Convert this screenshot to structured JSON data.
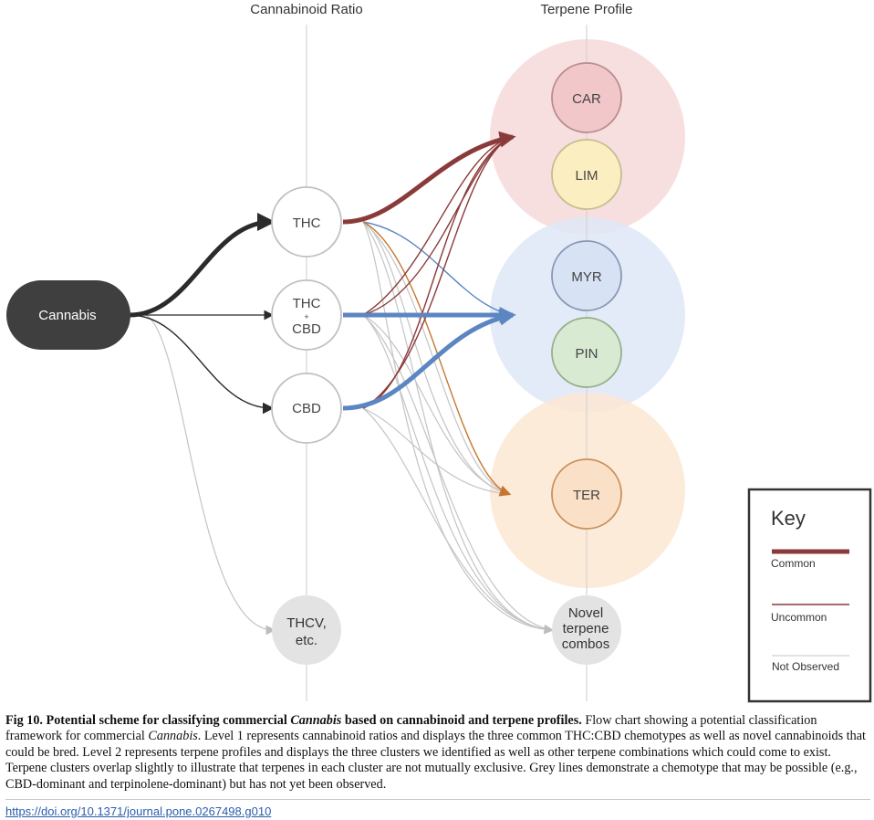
{
  "headers": {
    "level1": "Cannabinoid Ratio",
    "level2": "Terpene Profile"
  },
  "root": {
    "label": "Cannabis"
  },
  "cannabinoid_nodes": {
    "thc": "THC",
    "mix_top": "THC",
    "mix_plus": "+",
    "mix_bottom": "CBD",
    "cbd": "CBD",
    "thcv_line1": "THCV,",
    "thcv_line2": "etc."
  },
  "terpene_nodes": {
    "car": "CAR",
    "lim": "LIM",
    "myr": "MYR",
    "pin": "PIN",
    "ter": "TER",
    "novel_line1": "Novel",
    "novel_line2": "terpene",
    "novel_line3": "combos"
  },
  "key": {
    "title": "Key",
    "items": [
      {
        "label": "Common"
      },
      {
        "label": "Uncommon"
      },
      {
        "label": "Not Observed"
      }
    ]
  },
  "colors": {
    "root_fill": "#3f3f3f",
    "thc_link": "#8b3a3a",
    "cbd_link": "#5b86c2",
    "ter_link": "#c6772e",
    "grey_link": "#c4c4c4",
    "red_cluster": "#f6d9d9",
    "blue_cluster": "#dfe8f7",
    "orange_cluster": "#fde7d3",
    "car_fill": "#f2c7c9",
    "lim_fill": "#fbefc2",
    "myr_fill": "#d7e3f4",
    "pin_fill": "#d9ead3",
    "ter_fill": "#fbe0c8",
    "novel_fill": "#e3e3e3"
  },
  "caption": {
    "fig_label": "Fig 10.",
    "title_part1": "Potential scheme for classifying commercial",
    "title_italic": "Cannabis",
    "title_part2": "based on cannabinoid and terpene profiles.",
    "body_part1": "Flow chart showing a potential classification framework for commercial",
    "body_italic": "Cannabis",
    "body_part2": ". Level 1 represents cannabinoid ratios and displays the three common THC:CBD chemotypes as well as novel cannabinoids that could be bred. Level 2 represents terpene profiles and displays the three clusters we identified as well as other terpene combinations which could come to exist. Terpene clusters overlap slightly to illustrate that terpenes in each cluster are not mutually exclusive. Grey lines demonstrate a chemotype that may be possible (e.g., CBD-dominant and terpinolene-dominant) but has not yet been observed."
  },
  "doi": "https://doi.org/10.1371/journal.pone.0267498.g010"
}
